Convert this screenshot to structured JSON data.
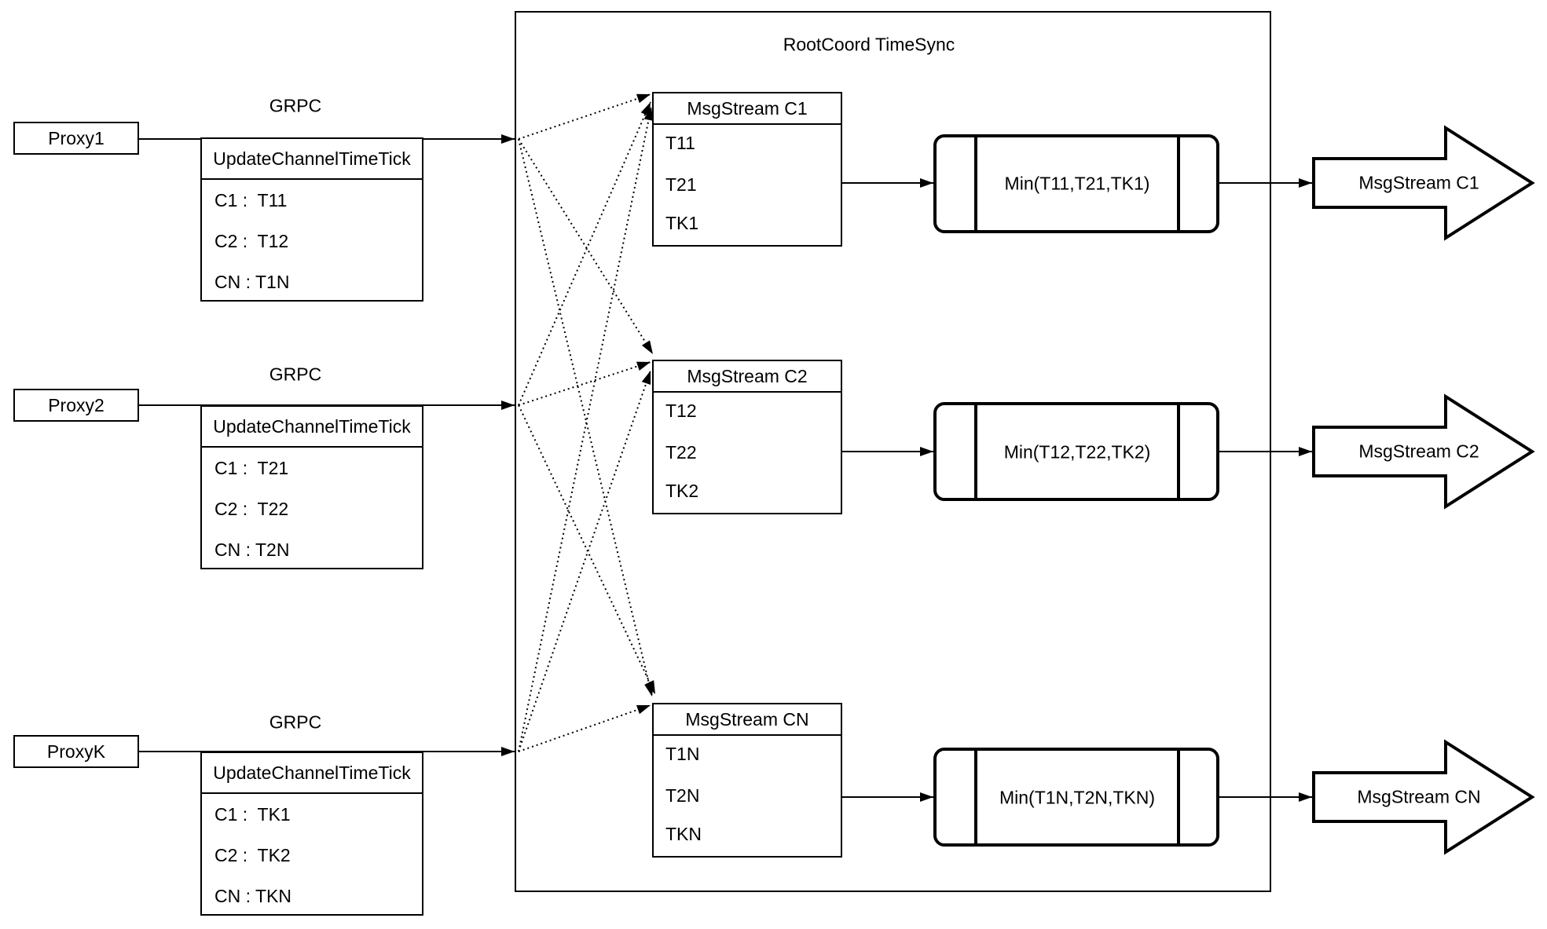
{
  "title": "RootCoord TimeSync",
  "colors": {
    "stroke": "#000000",
    "background": "#ffffff"
  },
  "proxies": [
    {
      "label": "Proxy1",
      "protocol": "GRPC",
      "message": {
        "header": "UpdateChannelTimeTick",
        "rows": [
          "C1 :  T11",
          "C2 :  T12",
          "CN : T1N"
        ]
      }
    },
    {
      "label": "Proxy2",
      "protocol": "GRPC",
      "message": {
        "header": "UpdateChannelTimeTick",
        "rows": [
          "C1 :  T21",
          "C2 :  T22",
          "CN : T2N"
        ]
      }
    },
    {
      "label": "ProxyK",
      "protocol": "GRPC",
      "message": {
        "header": "UpdateChannelTimeTick",
        "rows": [
          "C1 :  TK1",
          "C2 :  TK2",
          "CN : TKN"
        ]
      }
    }
  ],
  "streams": [
    {
      "header": "MsgStream C1",
      "timestamps": [
        "T11",
        "T21",
        "TK1"
      ],
      "min": "Min(T11,T21,TK1)",
      "output": "MsgStream C1"
    },
    {
      "header": "MsgStream C2",
      "timestamps": [
        "T12",
        "T22",
        "TK2"
      ],
      "min": "Min(T12,T22,TK2)",
      "output": "MsgStream C2"
    },
    {
      "header": "MsgStream CN",
      "timestamps": [
        "T1N",
        "T2N",
        "TKN"
      ],
      "min": "Min(T1N,T2N,TKN)",
      "output": "MsgStream CN"
    }
  ]
}
